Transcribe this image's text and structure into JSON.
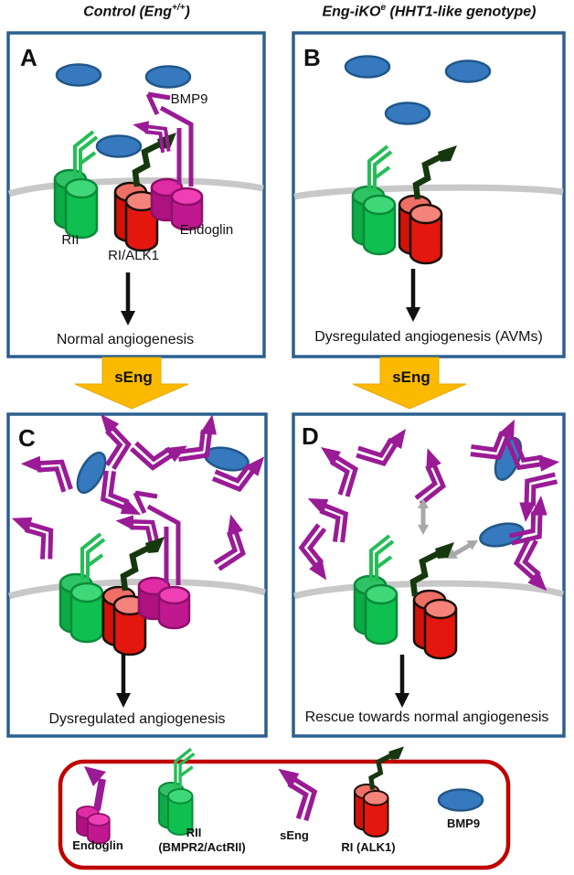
{
  "titles": {
    "left": {
      "pre": "Control (Eng",
      "sup": "+/+",
      "post": ")"
    },
    "right": {
      "pre": "Eng-iKO",
      "sup": "e",
      "post": " (HHT1-like genotype)"
    }
  },
  "panel_a": {
    "letter": "A",
    "bmp9": "BMP9",
    "rii": "RII",
    "ri_alk1": "RI/ALK1",
    "endoglin": "Endoglin",
    "caption": "Normal angiogenesis"
  },
  "panel_b": {
    "letter": "B",
    "caption": "Dysregulated angiogenesis (AVMs)"
  },
  "panel_c": {
    "letter": "C",
    "caption": "Dysregulated  angiogenesis"
  },
  "panel_d": {
    "letter": "D",
    "caption": "Rescue towards normal angiogenesis"
  },
  "transition": {
    "left": "sEng",
    "right": "sEng"
  },
  "legend": {
    "endoglin": "Endoglin",
    "rii_line1": "RII",
    "rii_line2": "(BMPR2/ActRII)",
    "seng": "sEng",
    "ri": "RI (ALK1)",
    "bmp9": "BMP9"
  },
  "colors": {
    "panel_border": "#2B6090",
    "legend_border": "#C00000",
    "transition_arrow": "#FBBA00",
    "bmp9_blue": "#3779BE",
    "rii_green": "#0FBF4F",
    "ri_red": "#E3170D",
    "endoglin_magenta": "#C0188F",
    "seng_purple": "#9A1B96",
    "zigzag_dark_green": "#17380F",
    "membrane_gray": "#C8C8C8"
  }
}
